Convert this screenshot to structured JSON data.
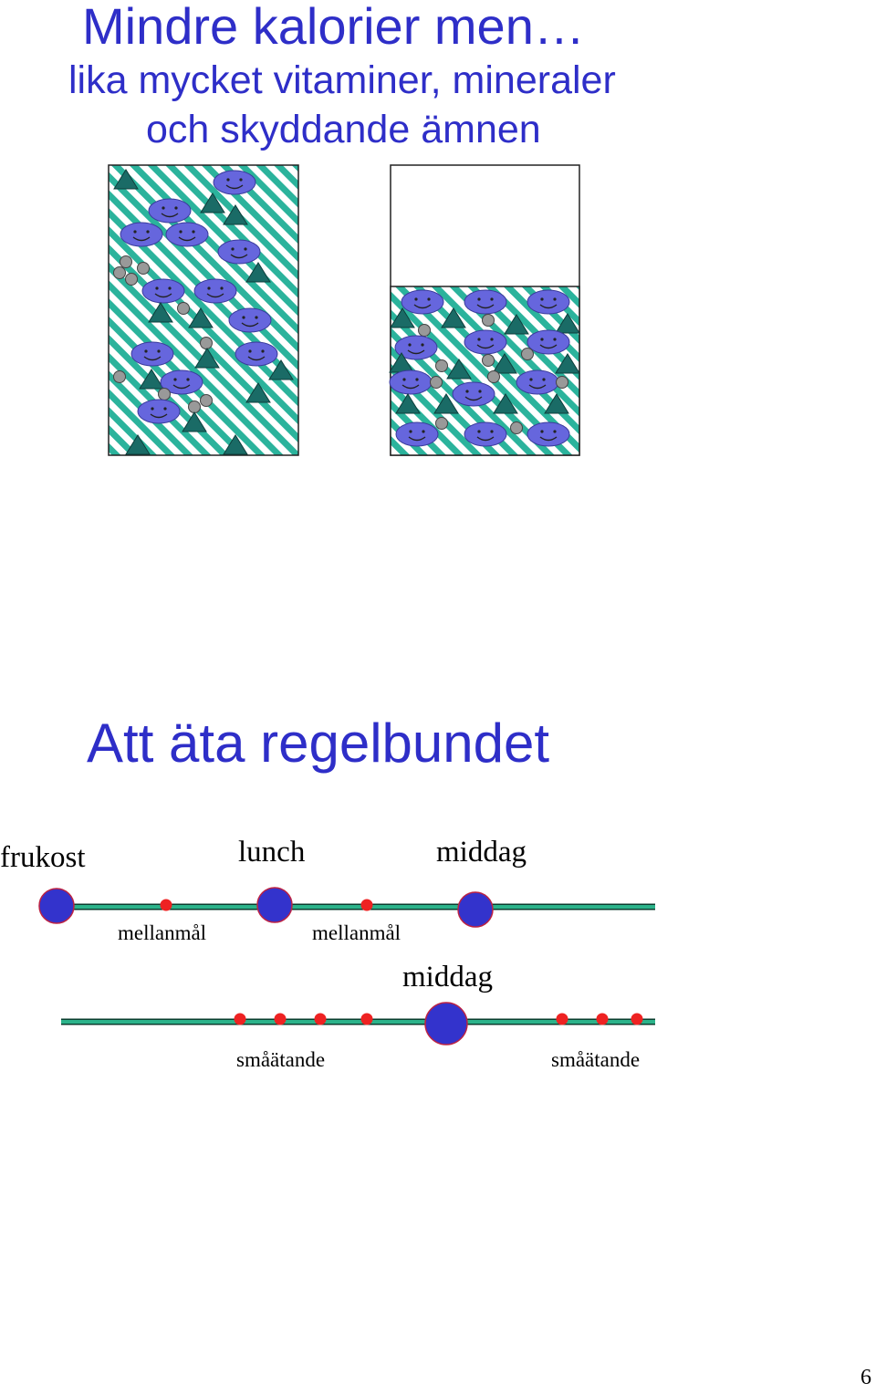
{
  "slide1": {
    "title": "Mindre kalorier men…",
    "subtitle_line1": "lika mycket vitaminer, mineraler",
    "subtitle_line2": "och skyddande ämnen"
  },
  "slide2": {
    "title": "Att äta regelbundet",
    "row1": {
      "labels": [
        "frukost",
        "lunch",
        "middag"
      ],
      "snack_labels": [
        "mellanmål",
        "mellanmål"
      ]
    },
    "row2": {
      "meal_label": "middag",
      "snack_labels": [
        "småätande",
        "småätande"
      ]
    }
  },
  "page_number": "6",
  "colors": {
    "title": "#2e2ec8",
    "stripe": "#2bb39c",
    "face": "#6666dd",
    "triangle": "#1a6b66",
    "dot": "#999999",
    "line": "#2bb38a",
    "meal": "#3333cc",
    "snack": "#ee2222"
  }
}
